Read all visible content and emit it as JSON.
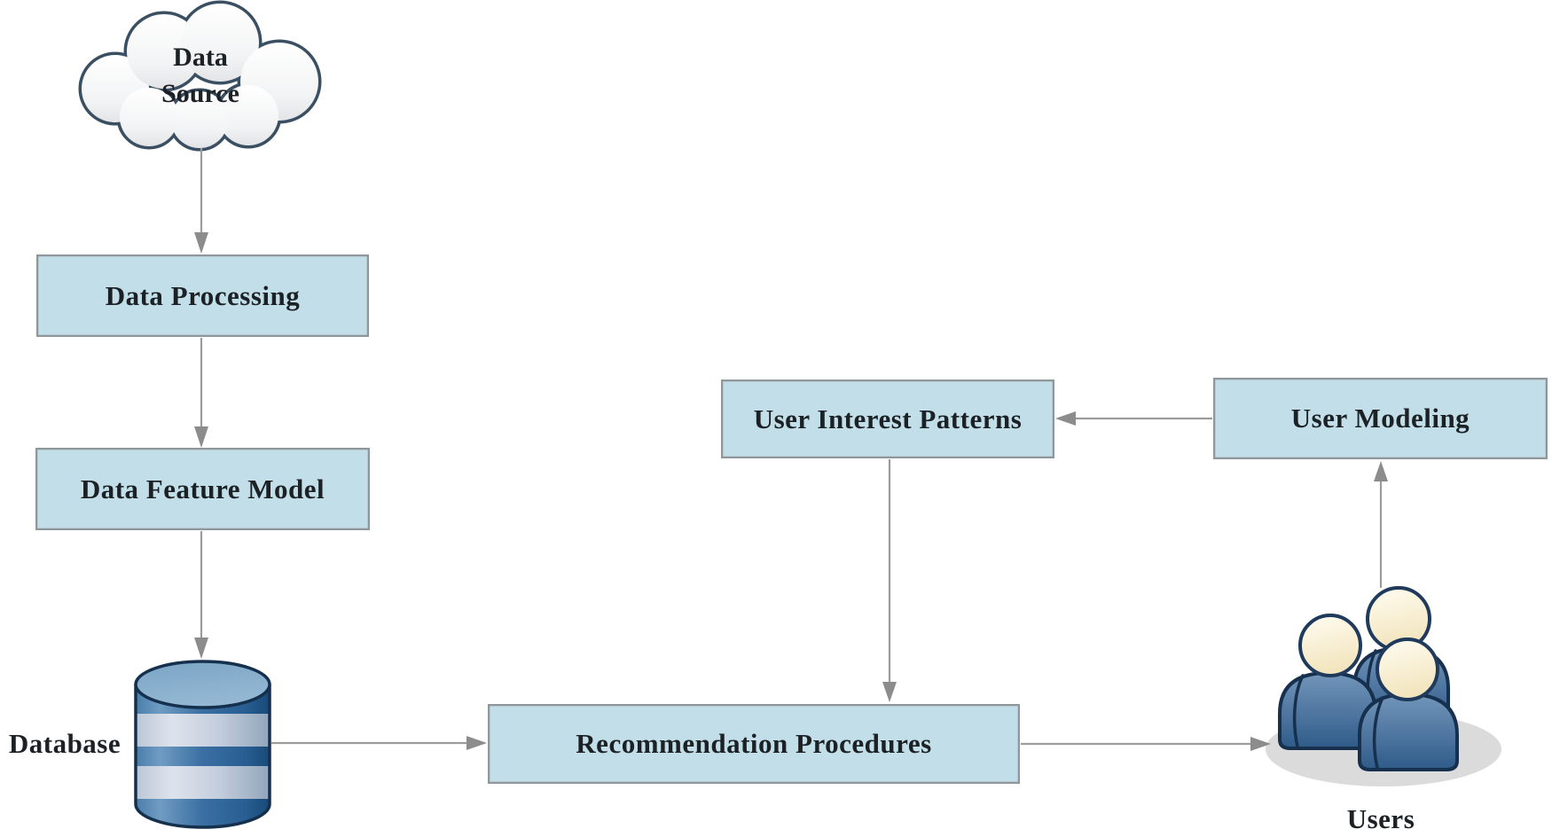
{
  "diagram": {
    "title_hint": "Recommendation system architecture flow diagram",
    "nodes": {
      "data_source": {
        "label": "Data Source",
        "shape": "cloud"
      },
      "data_processing": {
        "label": "Data Processing",
        "shape": "rect"
      },
      "data_feature_model": {
        "label": "Data Feature Model",
        "shape": "rect"
      },
      "database": {
        "label": "Database",
        "shape": "cylinder"
      },
      "recommendation_procedures": {
        "label": "Recommendation Procedures",
        "shape": "rect"
      },
      "users": {
        "label": "Users",
        "shape": "people-group"
      },
      "user_modeling": {
        "label": "User Modeling",
        "shape": "rect"
      },
      "user_interest_patterns": {
        "label": "User Interest Patterns",
        "shape": "rect"
      }
    },
    "edges": [
      {
        "from": "data_source",
        "to": "data_processing"
      },
      {
        "from": "data_processing",
        "to": "data_feature_model"
      },
      {
        "from": "data_feature_model",
        "to": "database"
      },
      {
        "from": "database",
        "to": "recommendation_procedures"
      },
      {
        "from": "recommendation_procedures",
        "to": "users"
      },
      {
        "from": "users",
        "to": "user_modeling"
      },
      {
        "from": "user_modeling",
        "to": "user_interest_patterns"
      },
      {
        "from": "user_interest_patterns",
        "to": "recommendation_procedures"
      }
    ],
    "colors": {
      "box_fill": "#c2dfe9",
      "box_border": "#8e979c",
      "arrow_line": "#9c9c9c",
      "arrow_head": "#8c8c8c",
      "text": "#1c2125",
      "cloud_outline": "#3b4f63",
      "cylinder_outline": "#14304d",
      "cylinder_blue": "#3b6fa2",
      "person_body_blue": "#42688f",
      "person_head_cream": "#fbf3d8",
      "shadow_gray": "#dbdbdb"
    }
  }
}
